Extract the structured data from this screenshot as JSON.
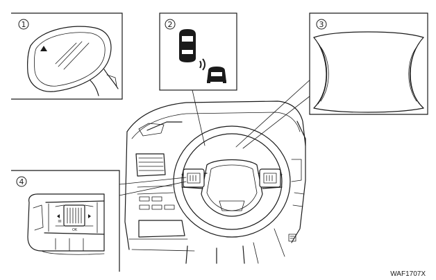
{
  "figure": {
    "code": "WAF1707X",
    "callouts": [
      {
        "label": "1",
        "target": "side mirror indicator"
      },
      {
        "label": "2",
        "target": "blind spot warning icon"
      },
      {
        "label": "3",
        "target": "instrument display"
      },
      {
        "label": "4",
        "target": "steering wheel switch"
      }
    ],
    "switch_label": "OK",
    "icons": [
      "side-mirror-icon",
      "vehicle-detection-icon",
      "display-screen-icon",
      "steering-switch-icon"
    ]
  }
}
